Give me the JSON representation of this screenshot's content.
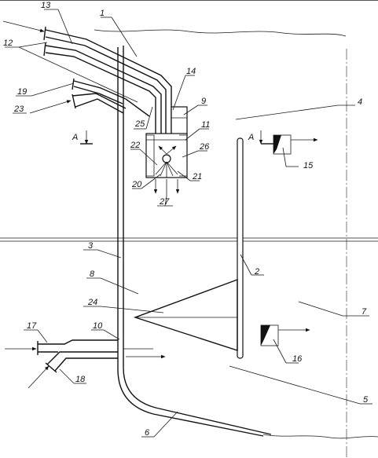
{
  "labels": {
    "l1": "1",
    "l2": "2",
    "l3": "3",
    "l4": "4",
    "l5": "5",
    "l6": "6",
    "l7": "7",
    "l8": "8",
    "l9": "9",
    "l10": "10",
    "l11": "11",
    "l12": "12",
    "l13": "13",
    "l14": "14",
    "l15": "15",
    "l16": "16",
    "l17": "17",
    "l18": "18",
    "l19": "19",
    "l20": "20",
    "l21": "21",
    "l22": "22",
    "l23": "23",
    "l24": "24",
    "l25": "25",
    "l26": "26",
    "l27": "27"
  },
  "section": {
    "a_left": "A",
    "a_right": "A"
  }
}
